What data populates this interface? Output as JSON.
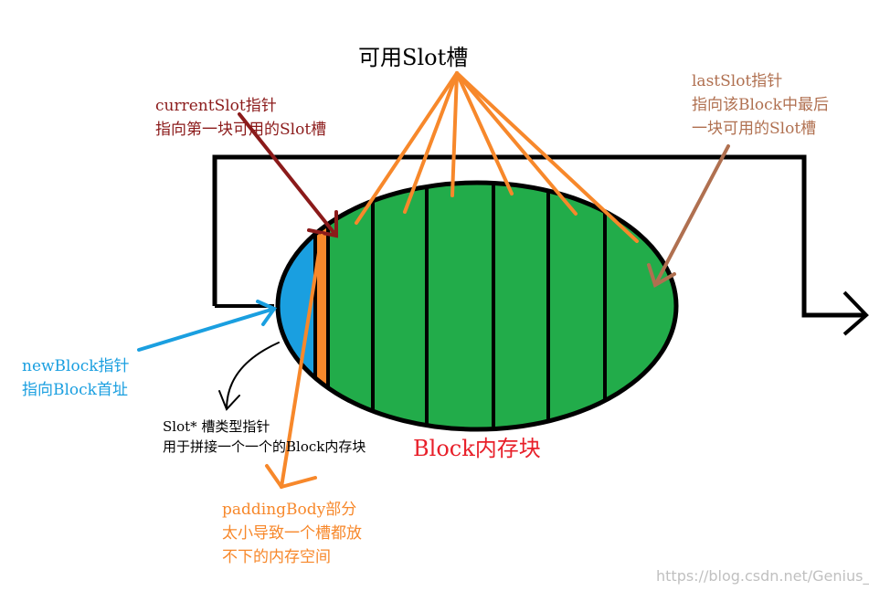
{
  "labels": {
    "title": "可用Slot槽",
    "current_slot": [
      "currentSlot指针",
      "指向第一块可用的Slot槽"
    ],
    "last_slot": [
      "lastSlot指针",
      "指向该Block中最后",
      "一块可用的Slot槽"
    ],
    "new_block": [
      "newBlock指针",
      "指向Block首址"
    ],
    "slot_pointer": [
      "Slot* 槽类型指针",
      "用于拼接一个一个的Block内存块"
    ],
    "block": "Block内存块",
    "padding_body": [
      "paddingBody部分",
      "太小导致一个槽都放",
      "不下的内存空间"
    ],
    "watermark": "https://blog.csdn.net/Genius_bin"
  },
  "colors": {
    "block_fill": "#22ac4a",
    "new_block_region": "#1a9fe0",
    "padding_strip": "#f7882b",
    "slot_arrows": "#f7882b",
    "current_slot": "#8b1a1a",
    "last_slot": "#b07050",
    "new_block_arrow": "#1a9fe0",
    "block_label": "#e8202a",
    "outline": "#000000"
  }
}
